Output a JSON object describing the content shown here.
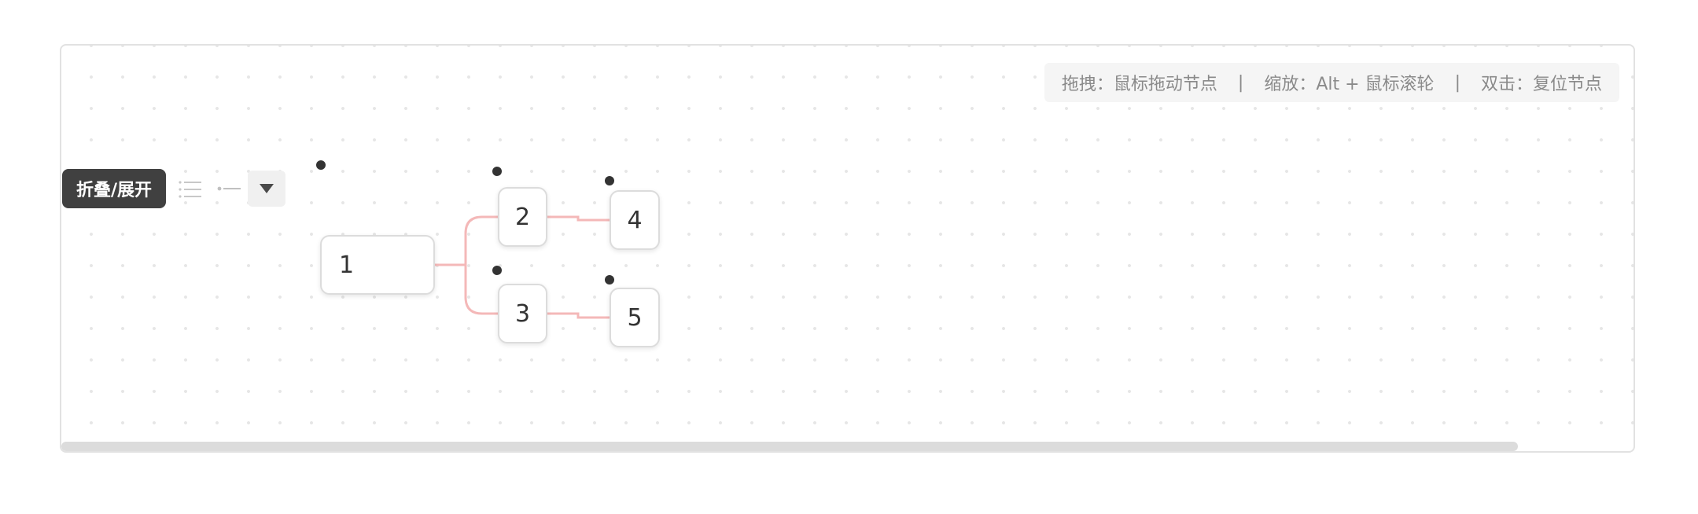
{
  "hints": {
    "drag": "拖拽：鼠标拖动节点",
    "sep1": "|",
    "zoom": "缩放：Alt + 鼠标滚轮",
    "sep2": "|",
    "dblclick": "双击：复位节点"
  },
  "toolbar": {
    "tooltip": "折叠/展开",
    "list_icon": "list-icon",
    "line_icon": "line-style-icon",
    "dropdown_icon": "caret-down-icon"
  },
  "nodes": [
    {
      "id": "1",
      "label": "1"
    },
    {
      "id": "2",
      "label": "2"
    },
    {
      "id": "3",
      "label": "3"
    },
    {
      "id": "4",
      "label": "4"
    },
    {
      "id": "5",
      "label": "5"
    }
  ],
  "colors": {
    "link": "#f4b8b8",
    "tooltip_bg": "#404040",
    "node_border": "#dcdcdc"
  }
}
